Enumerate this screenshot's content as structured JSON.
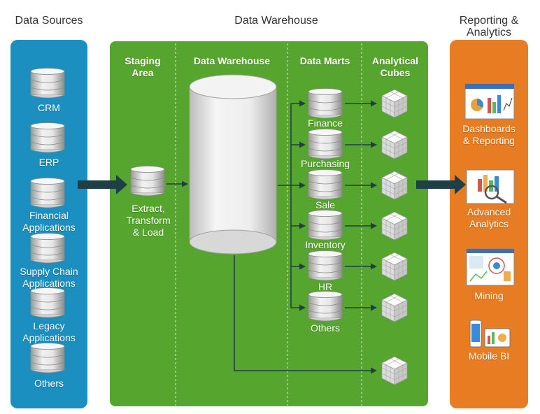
{
  "headers": {
    "sources": "Data Sources",
    "warehouse": "Data Warehouse",
    "reporting": "Reporting &\nAnalytics"
  },
  "sections": {
    "staging": "Staging\nArea",
    "warehouse": "Data Warehouse",
    "marts": "Data Marts",
    "cubes": "Analytical\nCubes"
  },
  "sources": [
    "CRM",
    "ERP",
    "Financial\nApplications",
    "Supply Chain\nApplications",
    "Legacy\nApplications",
    "Others"
  ],
  "staging_label": "Extract,\nTransform\n& Load",
  "marts": [
    "Finance",
    "Purchasing",
    "Sale",
    "Inventory",
    "HR",
    "Others"
  ],
  "reporting": [
    "Dashboards\n& Reporting",
    "Advanced\nAnalytics",
    "Mining",
    "Mobile BI"
  ],
  "colors": {
    "sources_panel": "#1a8fc0",
    "warehouse_panel": "#56a52f",
    "reporting_panel": "#e77c22",
    "arrow": "#1d3f45"
  }
}
